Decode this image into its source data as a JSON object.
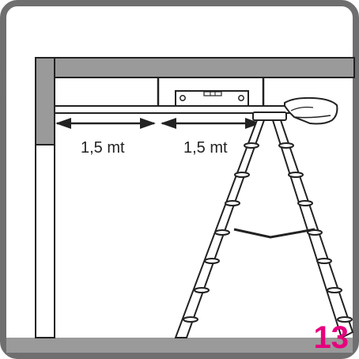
{
  "dimensions": {
    "left_label": "1,5 mt",
    "right_label": "1,5 mt"
  },
  "step": {
    "number": "13"
  },
  "colors": {
    "frame": "#6f6f6f",
    "wall": "#9a9a9a",
    "line": "#222222",
    "step_number": "#e6007e"
  },
  "icons": {
    "level": "spirit-level-icon",
    "motor": "motor-head-icon",
    "ladder": "stepladder-icon"
  }
}
